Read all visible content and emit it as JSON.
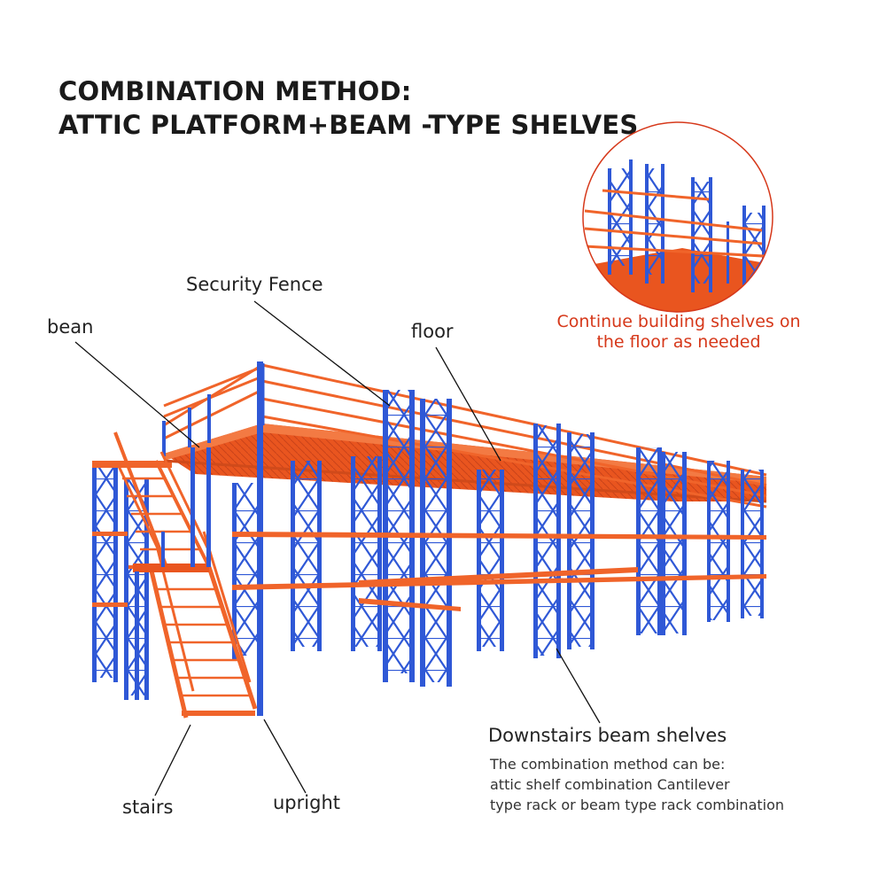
{
  "title": {
    "line1": "COMBINATION METHOD:",
    "line2": "ATTIC PLATFORM+BEAM -TYPE SHELVES"
  },
  "labels": {
    "security_fence": "Security Fence",
    "bean": "bean",
    "floor": "floor",
    "stairs": "stairs",
    "upright": "upright",
    "downstairs": "Downstairs beam shelves"
  },
  "description": {
    "line1": "The combination method can be:",
    "line2": "attic shelf combination Cantilever",
    "line3": "type rack or beam type rack combination"
  },
  "inset_note": {
    "line1": "Continue building shelves on",
    "line2": "the floor as needed"
  },
  "colors": {
    "upright_blue": "#2f58d6",
    "beam_orange": "#f0642a",
    "note_red": "#d6381a"
  }
}
